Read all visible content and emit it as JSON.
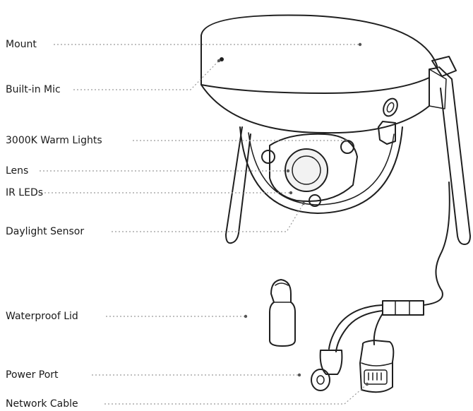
{
  "labels": {
    "mount": "Mount",
    "mic": "Built-in Mic",
    "warm_lights": "3000K Warm Lights",
    "lens": "Lens",
    "ir_leds": "IR LEDs",
    "daylight_sensor": "Daylight Sensor",
    "waterproof_lid": "Waterproof Lid",
    "power_port": "Power Port",
    "network_cable": "Network Cable"
  },
  "colors": {
    "line": "#1f1f1f",
    "leader": "#9a9a9a",
    "text": "#1a1a1a",
    "background": "#ffffff"
  }
}
